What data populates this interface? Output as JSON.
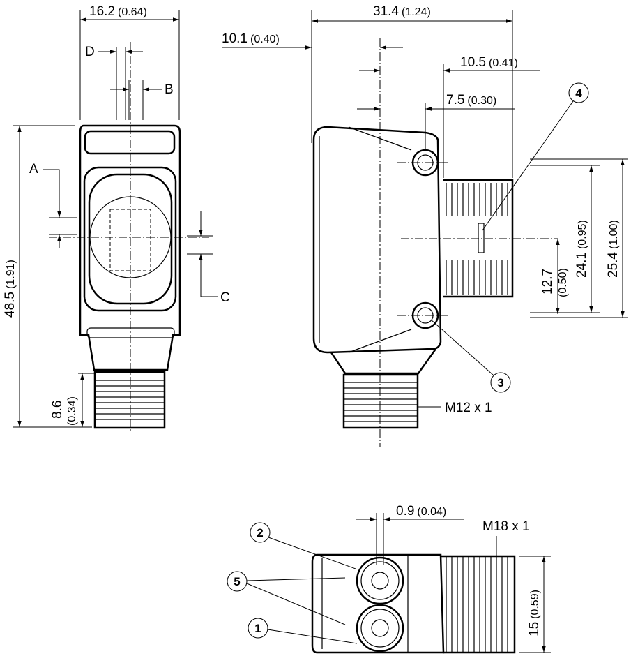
{
  "front_view": {
    "width_dim": {
      "value": "16.2",
      "inch": "(0.64)"
    },
    "height_dim": {
      "value": "48.5",
      "inch": "(1.91)"
    },
    "thread_dim": {
      "value": "8.6",
      "inch": "(0.34)"
    },
    "labels": {
      "a": "A",
      "b": "B",
      "c": "C",
      "d": "D"
    }
  },
  "side_view": {
    "depth_dim": {
      "value": "31.4",
      "inch": "(1.24)"
    },
    "offset_dim": {
      "value": "10.1",
      "inch": "(0.40)"
    },
    "thread_offset_dim": {
      "value": "10.5",
      "inch": "(0.41)"
    },
    "mount_offset_dim": {
      "value": "7.5",
      "inch": "(0.30)"
    },
    "hole_spacing_dim": {
      "value": "24.1",
      "inch": "(0.95)"
    },
    "height_dim": {
      "value": "25.4",
      "inch": "(1.00)"
    },
    "center_dim": {
      "value": "12.7",
      "inch": "(0.50)"
    },
    "connector_thread": "M12 x 1",
    "callouts": {
      "four": "4",
      "three": "3"
    }
  },
  "bottom_view": {
    "gap_dim": {
      "value": "0.9",
      "inch": "(0.04)"
    },
    "housing_thread": "M18 x 1",
    "width_dim": {
      "value": "15",
      "inch": "(0.59)"
    },
    "callouts": {
      "two": "2",
      "five": "5",
      "one": "1"
    }
  }
}
